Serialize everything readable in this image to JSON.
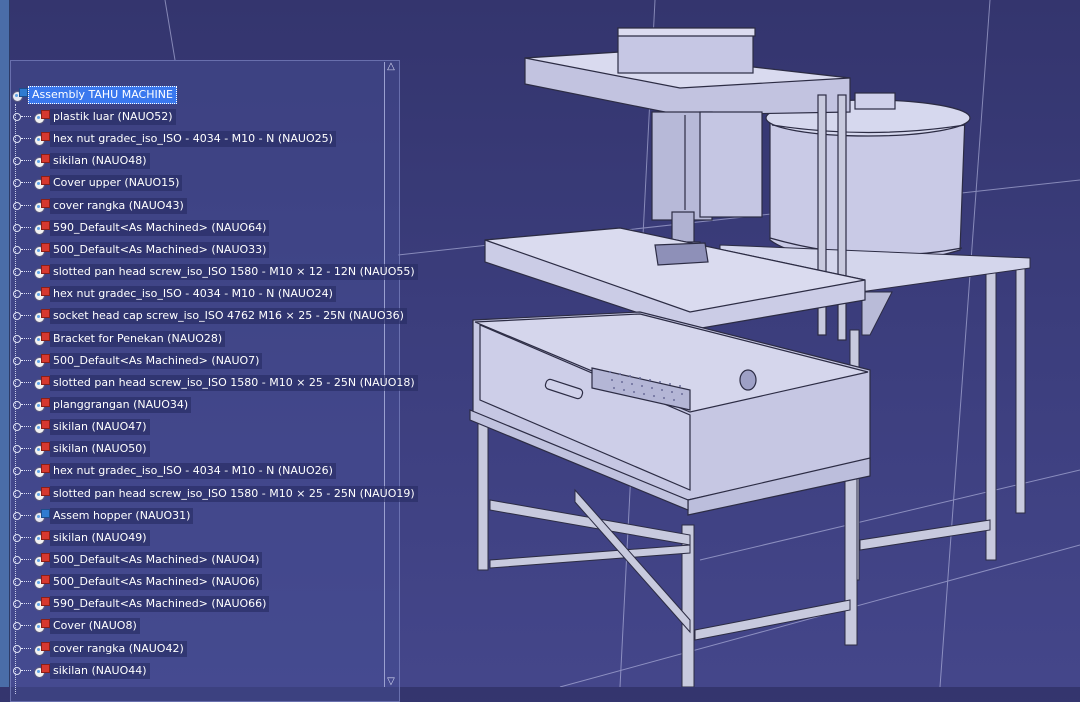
{
  "app": {
    "title": "CATIA V5 - Product Structure"
  },
  "colors": {
    "background": "#3b3d7c",
    "selection": "#3a78ee",
    "tree_text": "#ffffff"
  },
  "tree": {
    "root": {
      "label": "Assembly TAHU MACHINE",
      "icon": "assembly-icon"
    },
    "items": [
      {
        "label": "plastik luar (NAUO52)",
        "icon": "part-icon"
      },
      {
        "label": "hex nut gradec_iso_ISO - 4034 - M10 - N (NAUO25)",
        "icon": "part-icon"
      },
      {
        "label": "sikilan (NAUO48)",
        "icon": "part-icon"
      },
      {
        "label": "Cover upper (NAUO15)",
        "icon": "part-icon"
      },
      {
        "label": "cover rangka (NAUO43)",
        "icon": "part-icon"
      },
      {
        "label": "590_Default<As Machined> (NAUO64)",
        "icon": "part-icon"
      },
      {
        "label": "500_Default<As Machined> (NAUO33)",
        "icon": "part-icon"
      },
      {
        "label": "slotted pan head screw_iso_ISO 1580 - M10 × 12 - 12N (NAUO55)",
        "icon": "part-icon"
      },
      {
        "label": "hex nut gradec_iso_ISO - 4034 - M10 - N (NAUO24)",
        "icon": "part-icon"
      },
      {
        "label": "socket head cap screw_iso_ISO 4762 M16 × 25 - 25N (NAUO36)",
        "icon": "part-icon"
      },
      {
        "label": "Bracket for Penekan (NAUO28)",
        "icon": "part-icon"
      },
      {
        "label": "500_Default<As Machined> (NAUO7)",
        "icon": "part-icon"
      },
      {
        "label": "slotted pan head screw_iso_ISO 1580 - M10 × 25 - 25N (NAUO18)",
        "icon": "part-icon"
      },
      {
        "label": "planggrangan (NAUO34)",
        "icon": "part-icon"
      },
      {
        "label": "sikilan (NAUO47)",
        "icon": "part-icon"
      },
      {
        "label": "sikilan (NAUO50)",
        "icon": "part-icon"
      },
      {
        "label": "hex nut gradec_iso_ISO - 4034 - M10 - N (NAUO26)",
        "icon": "part-icon"
      },
      {
        "label": "slotted pan head screw_iso_ISO 1580 - M10 × 25 - 25N (NAUO19)",
        "icon": "part-icon"
      },
      {
        "label": "Assem hopper (NAUO31)",
        "icon": "assembly-icon"
      },
      {
        "label": "sikilan (NAUO49)",
        "icon": "part-icon"
      },
      {
        "label": "500_Default<As Machined> (NAUO4)",
        "icon": "part-icon"
      },
      {
        "label": "500_Default<As Machined> (NAUO6)",
        "icon": "part-icon"
      },
      {
        "label": "590_Default<As Machined> (NAUO66)",
        "icon": "part-icon"
      },
      {
        "label": "Cover (NAUO8)",
        "icon": "part-icon"
      },
      {
        "label": "cover rangka (NAUO42)",
        "icon": "part-icon"
      },
      {
        "label": "sikilan (NAUO44)",
        "icon": "part-icon"
      }
    ]
  }
}
